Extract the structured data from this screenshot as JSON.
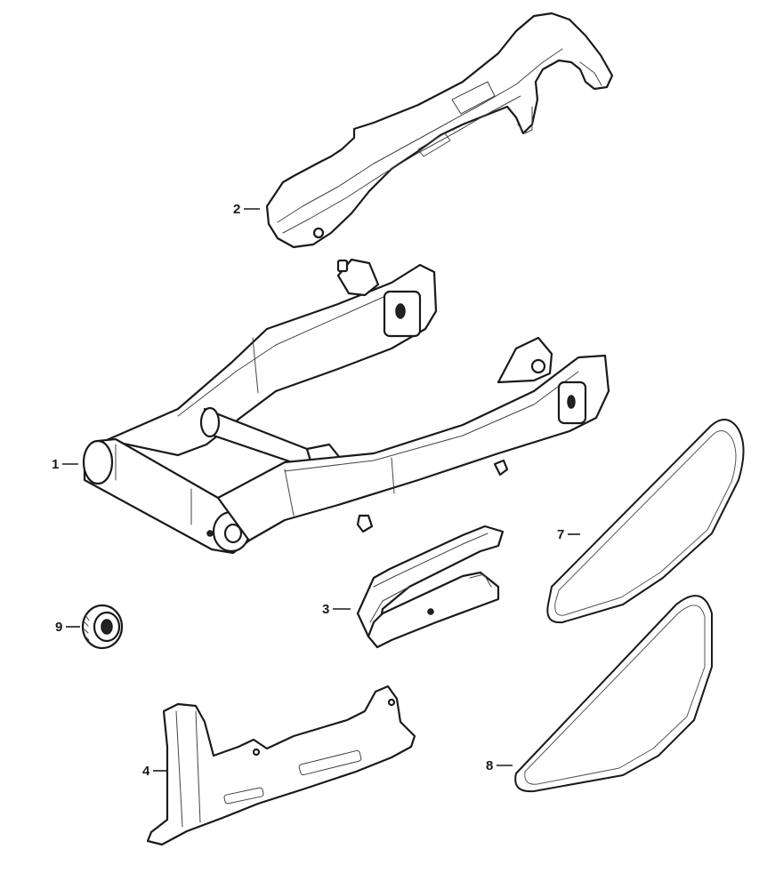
{
  "diagram": {
    "callouts": [
      {
        "id": "1",
        "label": "1"
      },
      {
        "id": "2",
        "label": "2"
      },
      {
        "id": "3",
        "label": "3"
      },
      {
        "id": "4",
        "label": "4"
      },
      {
        "id": "7",
        "label": "7"
      },
      {
        "id": "8",
        "label": "8"
      },
      {
        "id": "9",
        "label": "9"
      }
    ]
  },
  "colors": {
    "line": "#1a1a1a",
    "background": "#ffffff"
  }
}
